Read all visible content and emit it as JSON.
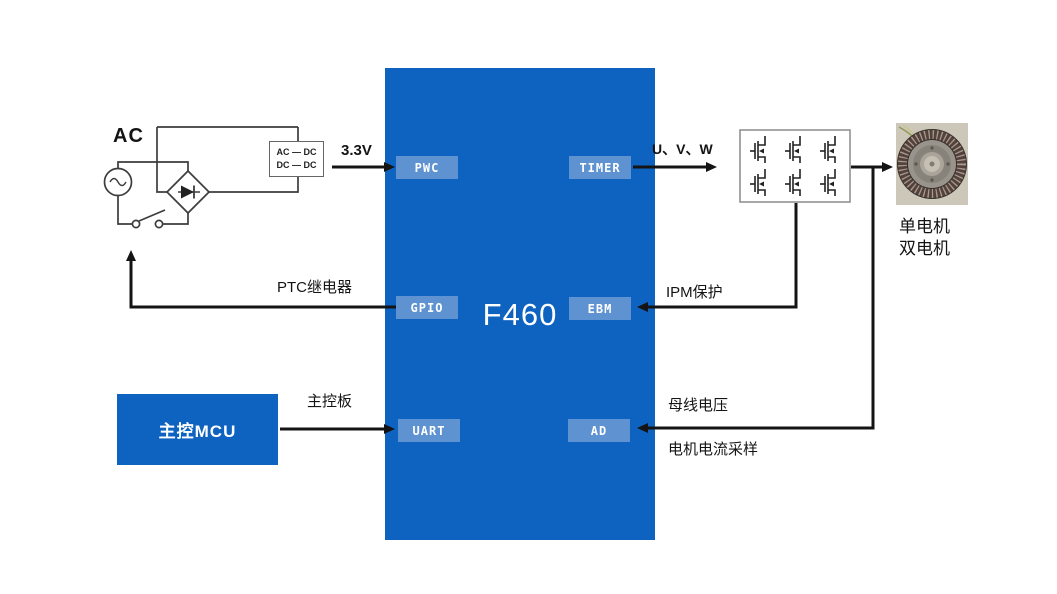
{
  "chip": {
    "title": "F460",
    "blocks": [
      {
        "label": "PWC"
      },
      {
        "label": "TIMER"
      },
      {
        "label": "GPIO"
      },
      {
        "label": "EBM"
      },
      {
        "label": "UART"
      },
      {
        "label": "AD"
      }
    ]
  },
  "mcu": {
    "label": "主控MCU"
  },
  "power": {
    "ac_label": "AC",
    "converter_line1": "AC — DC",
    "converter_line2": "DC — DC",
    "voltage_label": "3.3V"
  },
  "signals": {
    "uvw": "U、V、W",
    "ptc_relay": "PTC继电器",
    "ipm_protect": "IPM保护",
    "main_board": "主控板",
    "bus_voltage": "母线电压",
    "motor_current": "电机电流采样"
  },
  "motor": {
    "caption_line1": "单电机",
    "caption_line2": "双电机"
  },
  "colors": {
    "chip_blue": "#0e63c0",
    "block_blue": "#5e92d0",
    "line_black": "#141414"
  }
}
